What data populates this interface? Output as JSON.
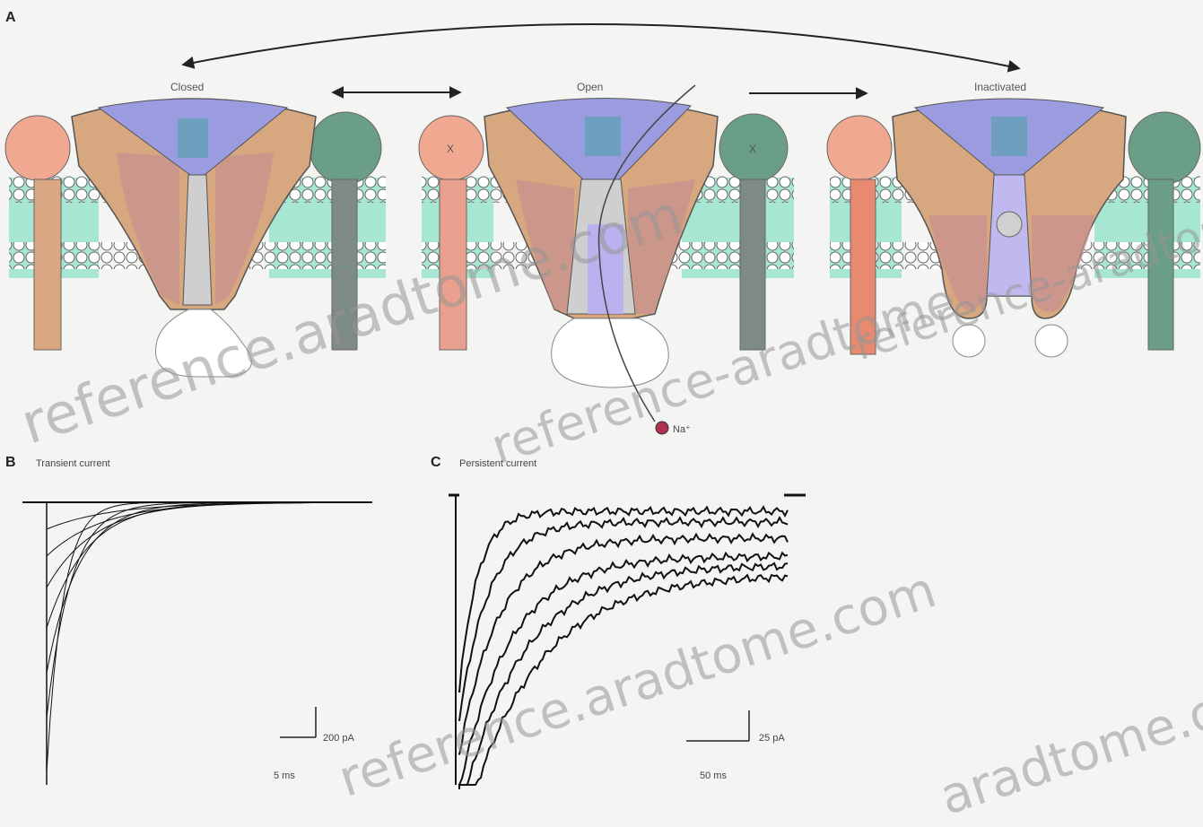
{
  "panels": {
    "a": {
      "letter": "A"
    },
    "b": {
      "letter": "B",
      "title": "Transient current"
    },
    "c": {
      "letter": "C",
      "title": "Persistent current"
    }
  },
  "states": {
    "closed": "Closed",
    "open": "Open",
    "inactivated": "Inactivated"
  },
  "ion": {
    "label": "Na⁺"
  },
  "subunit_marks": {
    "x1": "X",
    "x2": "X"
  },
  "scale_bars": {
    "b_vertical": "200 pA",
    "b_horizontal": "5 ms",
    "c_vertical": "25 pA",
    "c_horizontal": "50 ms"
  },
  "watermarks": [
    "reference.aradtome.com",
    "reference-aradtome",
    "reference-aradtome",
    "reference.aradtome.com",
    "aradtome.com"
  ],
  "colors": {
    "alpha_subunit": "#d7a77f",
    "alpha_inner": "#c89090",
    "pore_top": "#9b9be0",
    "pore_teal": "#6f9fbf",
    "beta_left": "#f0a890",
    "beta_right": "#6b9e86",
    "membrane_core": "#9fe3cf",
    "lipid": "#ffffff"
  }
}
